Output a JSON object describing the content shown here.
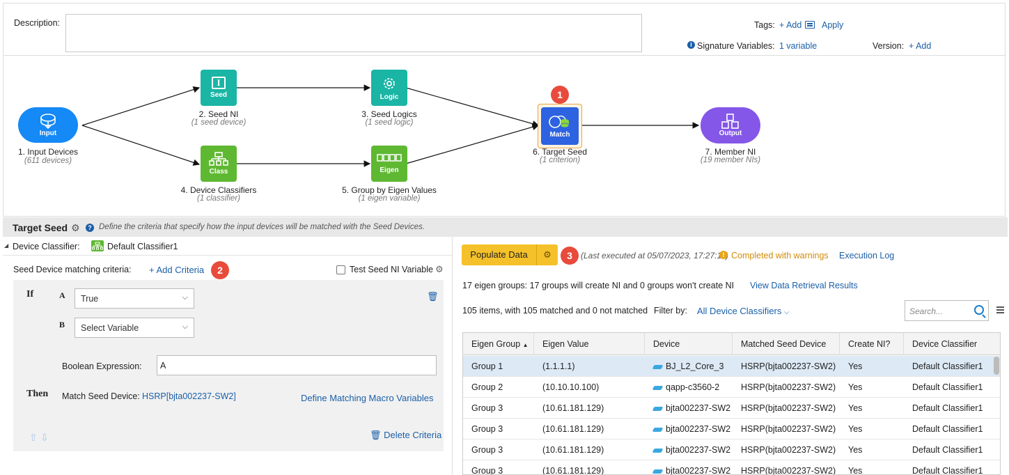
{
  "header": {
    "description_label": "Description:",
    "tags_label": "Tags:",
    "tags_add": "+ Add",
    "tags_apply": "Apply",
    "signature_label": "Signature Variables:",
    "signature_value": "1 variable",
    "version_label": "Version:",
    "version_add": "+ Add"
  },
  "flow": {
    "nodes": [
      {
        "id": "input",
        "icon_text": "Input",
        "label": "1. Input Devices",
        "sub": "(611 devices)",
        "color": "#1589f5"
      },
      {
        "id": "seed",
        "icon_text": "Seed",
        "label": "2. Seed NI",
        "sub": "(1 seed device)",
        "color": "#1ab5a5"
      },
      {
        "id": "logic",
        "icon_text": "Logic",
        "label": "3. Seed Logics",
        "sub": "(1 seed logic)",
        "color": "#1ab5a5"
      },
      {
        "id": "class",
        "icon_text": "Class",
        "label": "4. Device Classifiers",
        "sub": "(1 classifier)",
        "color": "#5fb832"
      },
      {
        "id": "eigen",
        "icon_text": "Eigen",
        "label": "5. Group by Eigen Values",
        "sub": "(1 eigen variable)",
        "color": "#5fb832"
      },
      {
        "id": "match",
        "icon_text": "Match",
        "label": "6. Target Seed",
        "sub": "(1 criterion)",
        "color": "#2d63e0"
      },
      {
        "id": "output",
        "icon_text": "Output",
        "label": "7. Member NI",
        "sub": "(19 member NIs)",
        "color": "#8457e8"
      }
    ],
    "badges": [
      "1",
      "2",
      "3"
    ]
  },
  "target_seed": {
    "title": "Target Seed",
    "description": "Define the criteria that specify how the input devices will be matched with the Seed Devices.",
    "device_classifier_label": "Device Classifier:",
    "device_classifier_value": "Default Classifier1",
    "matching_label": "Seed Device matching criteria:",
    "add_criteria": "+ Add Criteria",
    "test_seed_label": "Test Seed NI Variable",
    "if_kw": "If",
    "then_kw": "Then",
    "a_label": "A",
    "b_label": "B",
    "a_value": "True",
    "b_value": "Select Variable",
    "bool_label": "Boolean Expression:",
    "bool_value": "A",
    "match_seed_label": "Match Seed Device:",
    "match_seed_value": "HSRP[bjta002237-SW2]",
    "define_macro": "Define Matching Macro Variables",
    "delete_criteria": "Delete Criteria"
  },
  "results": {
    "populate_label": "Populate Data",
    "executed_text": "(Last executed at 05/07/2023, 17:27:11)",
    "warning_text": "Completed with warnings",
    "execution_log": "Execution Log",
    "groups_text": "17 eigen groups: 17 groups will create NI and 0 groups won't create NI",
    "view_results": "View Data Retrieval Results",
    "items_text": "105 items, with 105 matched and 0 not matched",
    "filter_label": "Filter by:",
    "filter_value": "All Device Classifiers",
    "search_placeholder": "Search...",
    "columns": [
      "Eigen Group",
      "Eigen Value",
      "Device",
      "Matched Seed Device",
      "Create NI?",
      "Device Classifier"
    ],
    "rows": [
      [
        "Group 1",
        "(1.1.1.1)",
        "BJ_L2_Core_3",
        "HSRP(bjta002237-SW2)",
        "Yes",
        "Default Classifier1"
      ],
      [
        "Group 2",
        "(10.10.10.100)",
        "qapp-c3560-2",
        "HSRP(bjta002237-SW2)",
        "Yes",
        "Default Classifier1"
      ],
      [
        "Group 3",
        "(10.61.181.129)",
        "bjta002237-SW2",
        "HSRP(bjta002237-SW2)",
        "Yes",
        "Default Classifier1"
      ],
      [
        "Group 3",
        "(10.61.181.129)",
        "bjta002237-SW2",
        "HSRP(bjta002237-SW2)",
        "Yes",
        "Default Classifier1"
      ],
      [
        "Group 3",
        "(10.61.181.129)",
        "bjta002237-SW2",
        "HSRP(bjta002237-SW2)",
        "Yes",
        "Default Classifier1"
      ],
      [
        "Group 3",
        "(10.61.181.129)",
        "bjta002237-SW2",
        "HSRP(bjta002237-SW2)",
        "Yes",
        "Default Classifier1"
      ]
    ]
  }
}
